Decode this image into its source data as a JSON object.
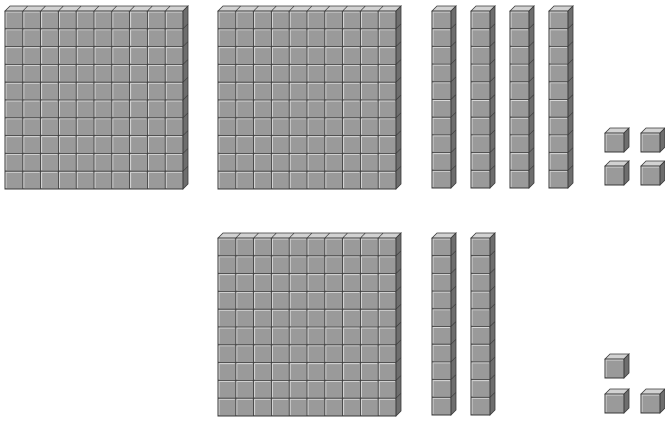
{
  "colors": {
    "face": "#9a9a9a",
    "top": "#d2d2d2",
    "side": "#6e6e6e",
    "grid": "#d8d8d8",
    "outline": "#3a3a3a",
    "background": "#ffffff"
  },
  "groups": [
    {
      "hundreds": 2,
      "tens": 4,
      "ones": 4,
      "value": 244
    },
    {
      "hundreds": 1,
      "tens": 2,
      "ones": 3,
      "value": 123
    }
  ]
}
